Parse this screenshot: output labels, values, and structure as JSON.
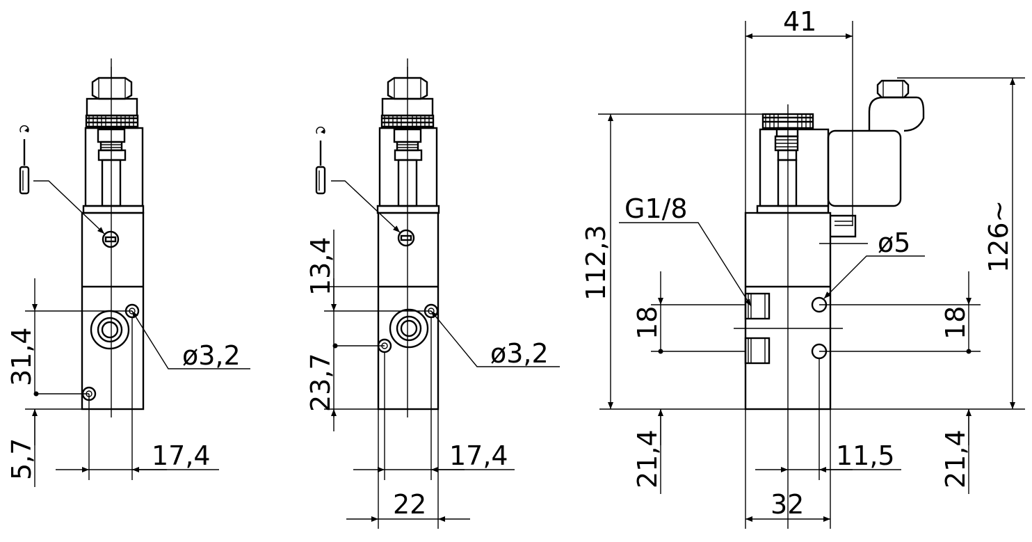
{
  "drawing": {
    "colors": {
      "line": "#000000",
      "background": "#ffffff"
    },
    "icons": [
      "screwdriver-icon",
      "rotation-arrow-icon"
    ],
    "view_left": {
      "dim_31_4": "31,4",
      "dim_5_7": "5,7",
      "dim_17_4": "17,4",
      "dim_hole": "ø3,2"
    },
    "view_middle": {
      "dim_13_4": "13,4",
      "dim_23_7": "23,7",
      "dim_17_4": "17,4",
      "dim_22": "22",
      "dim_hole": "ø3,2"
    },
    "view_right": {
      "dim_41": "41",
      "dim_112_3": "112,3",
      "dim_126": "126~",
      "dim_g18": "G1/8",
      "dim_hole": "ø5",
      "dim_18_left": "18",
      "dim_18_right": "18",
      "dim_21_4_left": "21,4",
      "dim_21_4_right": "21,4",
      "dim_11_5": "11,5",
      "dim_32": "32"
    }
  }
}
